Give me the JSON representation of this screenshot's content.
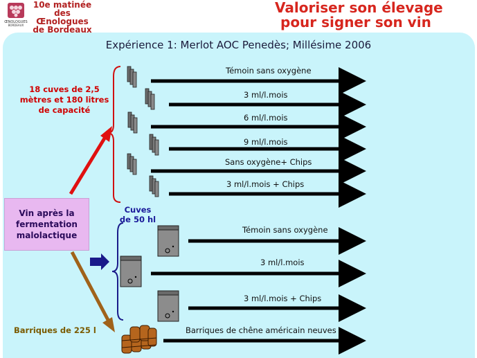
{
  "header": {
    "event_line1": "10e matinée",
    "event_line2": "des Œnologues",
    "event_line3": "de Bordeaux",
    "logo_text": "ŒNOLOGUES BORDEAUX",
    "headline_line1": "Valoriser son élevage",
    "headline_line2": "pour signer son vin"
  },
  "title": "Expérience 1: Merlot AOC Penedès; Millésime 2006",
  "start_box": "Vin après la fermentation malolactique",
  "groups": {
    "cuves_small": "18 cuves de 2,5 mètres et 180 litres de capacité",
    "cuves_50": "Cuves de 50 hl",
    "barriques": "Barriques de 225 l"
  },
  "treatments_small": [
    "Témoin sans oxygène",
    "3 ml/l.mois",
    "6 ml/l.mois",
    "9 ml/l.mois",
    "Sans oxygène+ Chips",
    "3 ml/l.mois + Chips"
  ],
  "treatments_50": [
    "Témoin sans oxygène",
    "3 ml/l.mois",
    "3 ml/l.mois + Chips"
  ],
  "treatment_barrique": "Barriques de chêne américain neuves",
  "colors": {
    "headline": "#d7261e",
    "panel": "#c9f4fb",
    "red_arrow": "#e01010",
    "brown_arrow": "#a0621a",
    "blue_arrow": "#1a1a8a",
    "box": "#e8b8f0"
  }
}
